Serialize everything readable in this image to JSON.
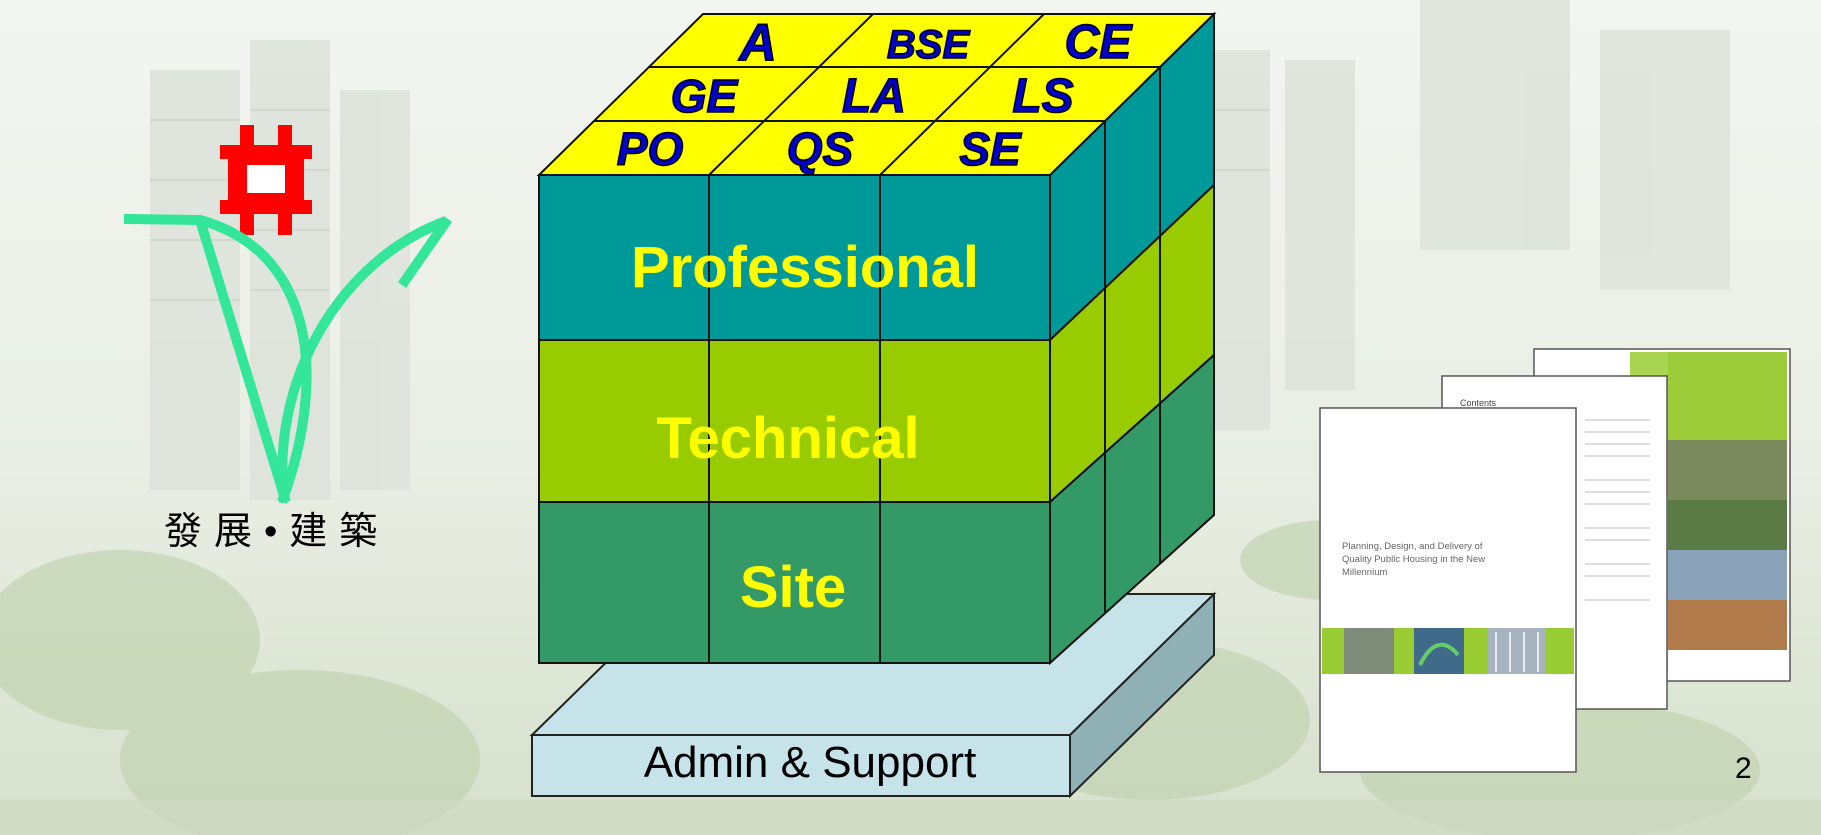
{
  "logo": {
    "chinese_text": "發展•建築"
  },
  "cube": {
    "top_disciplines": [
      [
        "A",
        "BSE",
        "CE"
      ],
      [
        "GE",
        "LA",
        "LS"
      ],
      [
        "PO",
        "QS",
        "SE"
      ]
    ],
    "layers": [
      {
        "label": "Professional",
        "color": "#009999"
      },
      {
        "label": "Technical",
        "color": "#99cc00"
      },
      {
        "label": "Site",
        "color": "#339966"
      }
    ],
    "top_color": "#ffff00",
    "discipline_text_color": "#0000cc",
    "layer_text_color": "#ffff00"
  },
  "base": {
    "label": "Admin & Support",
    "color": "#c5e3e8"
  },
  "booklets": {
    "front_title": "Planning, Design, and Delivery of Quality Public Housing in the New Millennium",
    "middle_heading": "Contents",
    "accent_color": "#99cc33"
  },
  "page_number": "2"
}
